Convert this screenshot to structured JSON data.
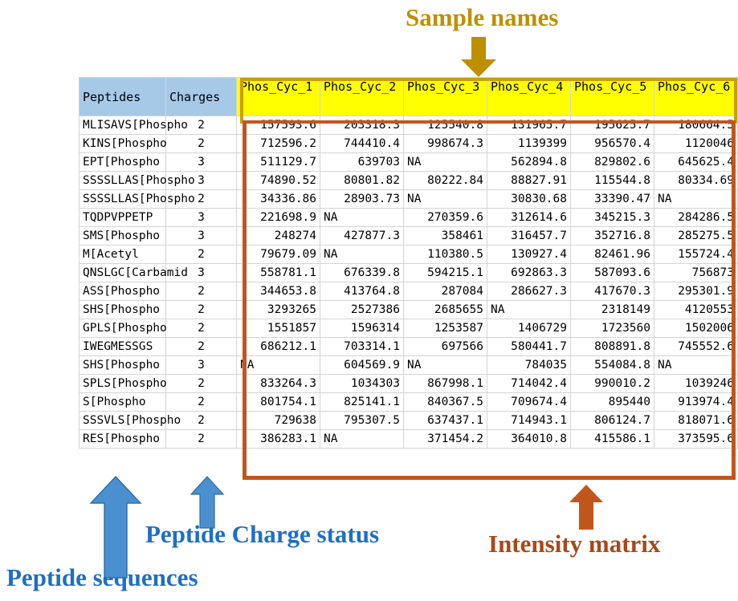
{
  "annotations": {
    "sample_names": {
      "text": "Sample names",
      "color": "#bf8f00",
      "arrow": "down-arrow"
    },
    "intensity_matrix": {
      "text": "Intensity matrix",
      "color": "#a8481a",
      "arrow": "up-arrow"
    },
    "charge_status": {
      "text": "Peptide Charge status",
      "color": "#1f6fc4",
      "arrow": "up-arrow"
    },
    "peptide_sequences": {
      "text": "Peptide sequences",
      "color": "#1f6fc4",
      "arrow": "up-arrow"
    }
  },
  "table": {
    "headers": {
      "peptides": "Peptides",
      "charges": "Charges",
      "samples": [
        "Phos_Cyc_1",
        "Phos_Cyc_2",
        "Phos_Cyc_3",
        "Phos_Cyc_4",
        "Phos_Cyc_5",
        "Phos_Cyc_6"
      ]
    },
    "rows": [
      {
        "peptide": "MLISAVS[Phospho",
        "charge": "2",
        "values": [
          "157593.6",
          "203318.3",
          "125540.8",
          "131965.7",
          "195625.7",
          "180664.5"
        ]
      },
      {
        "peptide": "KINS[Phospho",
        "charge": "2",
        "values": [
          "712596.2",
          "744410.4",
          "998674.3",
          "1139399",
          "956570.4",
          "1120046"
        ]
      },
      {
        "peptide": "EPT[Phospho",
        "charge": "3",
        "values": [
          "511129.7",
          "639703",
          "NA",
          "562894.8",
          "829802.6",
          "645625.4"
        ]
      },
      {
        "peptide": "SSSSLLAS[Phospho",
        "charge": "3",
        "values": [
          "74890.52",
          "80801.82",
          "80222.84",
          "88827.91",
          "115544.8",
          "80334.69"
        ]
      },
      {
        "peptide": "SSSSLLAS[Phospho",
        "charge": "2",
        "values": [
          "34336.86",
          "28903.73",
          "NA",
          "30830.68",
          "33390.47",
          "NA"
        ]
      },
      {
        "peptide": "TQDPVPPETP",
        "charge": "3",
        "values": [
          "221698.9",
          "NA",
          "270359.6",
          "312614.6",
          "345215.3",
          "284286.5"
        ]
      },
      {
        "peptide": "SMS[Phospho",
        "charge": "3",
        "values": [
          "248274",
          "427877.3",
          "358461",
          "316457.7",
          "352716.8",
          "285275.5"
        ]
      },
      {
        "peptide": "M[Acetyl",
        "charge": "2",
        "values": [
          "79679.09",
          "NA",
          "110380.5",
          "130927.4",
          "82461.96",
          "155724.4"
        ]
      },
      {
        "peptide": "QNSLGC[Carbamid",
        "charge": "3",
        "values": [
          "558781.1",
          "676339.8",
          "594215.1",
          "692863.3",
          "587093.6",
          "756873"
        ]
      },
      {
        "peptide": "ASS[Phospho",
        "charge": "2",
        "values": [
          "344653.8",
          "413764.8",
          "287084",
          "286627.3",
          "417670.3",
          "295301.9"
        ]
      },
      {
        "peptide": "SHS[Phospho",
        "charge": "2",
        "values": [
          "3293265",
          "2527386",
          "2685655",
          "NA",
          "2318149",
          "4120553"
        ]
      },
      {
        "peptide": "GPLS[Phospho",
        "charge": "2",
        "values": [
          "1551857",
          "1596314",
          "1253587",
          "1406729",
          "1723560",
          "1502006"
        ]
      },
      {
        "peptide": "IWEGMESSGS",
        "charge": "2",
        "values": [
          "686212.1",
          "703314.1",
          "697566",
          "580441.7",
          "808891.8",
          "745552.6"
        ]
      },
      {
        "peptide": "SHS[Phospho",
        "charge": "3",
        "values": [
          "NA",
          "604569.9",
          "NA",
          "784035",
          "554084.8",
          "NA"
        ]
      },
      {
        "peptide": "SPLS[Phospho",
        "charge": "2",
        "values": [
          "833264.3",
          "1034303",
          "867998.1",
          "714042.4",
          "990010.2",
          "1039246"
        ]
      },
      {
        "peptide": "S[Phospho",
        "charge": "2",
        "values": [
          "801754.1",
          "825141.1",
          "840367.5",
          "709674.4",
          "895440",
          "913974.4"
        ]
      },
      {
        "peptide": "SSSVLS[Phospho",
        "charge": "2",
        "values": [
          "729638",
          "795307.5",
          "637437.1",
          "714943.1",
          "806124.7",
          "818071.6"
        ]
      },
      {
        "peptide": "RES[Phospho",
        "charge": "2",
        "values": [
          "386283.1",
          "NA",
          "371454.2",
          "364010.8",
          "415586.1",
          "373595.6"
        ]
      }
    ]
  },
  "colors": {
    "header_blue": "#a6c9e8",
    "header_yellow": "#ffff00",
    "sample_box_border": "#c8a000",
    "matrix_box_border": "#c1561d",
    "blue_arrow": "#4a90d0",
    "gold_arrow": "#bf8f00",
    "orange_arrow": "#c1561d"
  }
}
